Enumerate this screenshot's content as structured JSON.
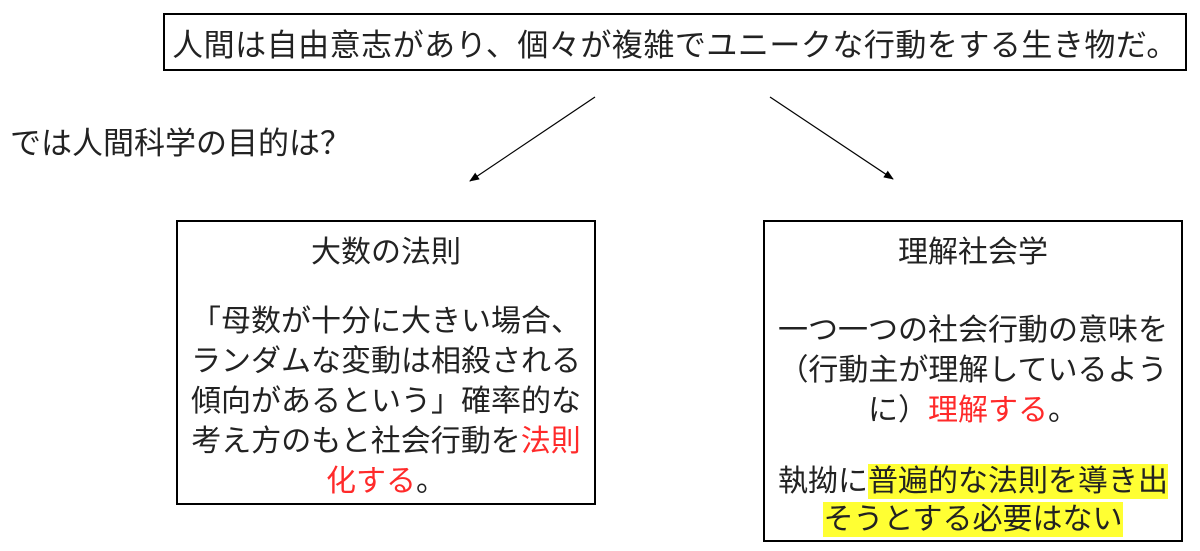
{
  "top_statement": "人間は自由意志があり、個々が複雑でユニークな行動をする生き物だ。",
  "question": "では人間科学の目的は？",
  "left": {
    "title": "大数の法則",
    "body_prefix": "「母数が十分に大きい場合、ランダムな変動は相殺される傾向があるという」確率的な考え方のもと社会行動を",
    "body_red": "法則化する",
    "body_suffix": "。"
  },
  "right": {
    "title": "理解社会学",
    "body_prefix": "一つ一つの社会行動の意味を（行動主が理解しているように）",
    "body_red": "理解する",
    "body_suffix": "。",
    "note_prefix": "執拗に",
    "note_highlight": "普遍的な法則を導き出そうとする必要はない"
  },
  "colors": {
    "emphasis_red": "#ff2a2a",
    "highlight_yellow": "#ffff33"
  }
}
